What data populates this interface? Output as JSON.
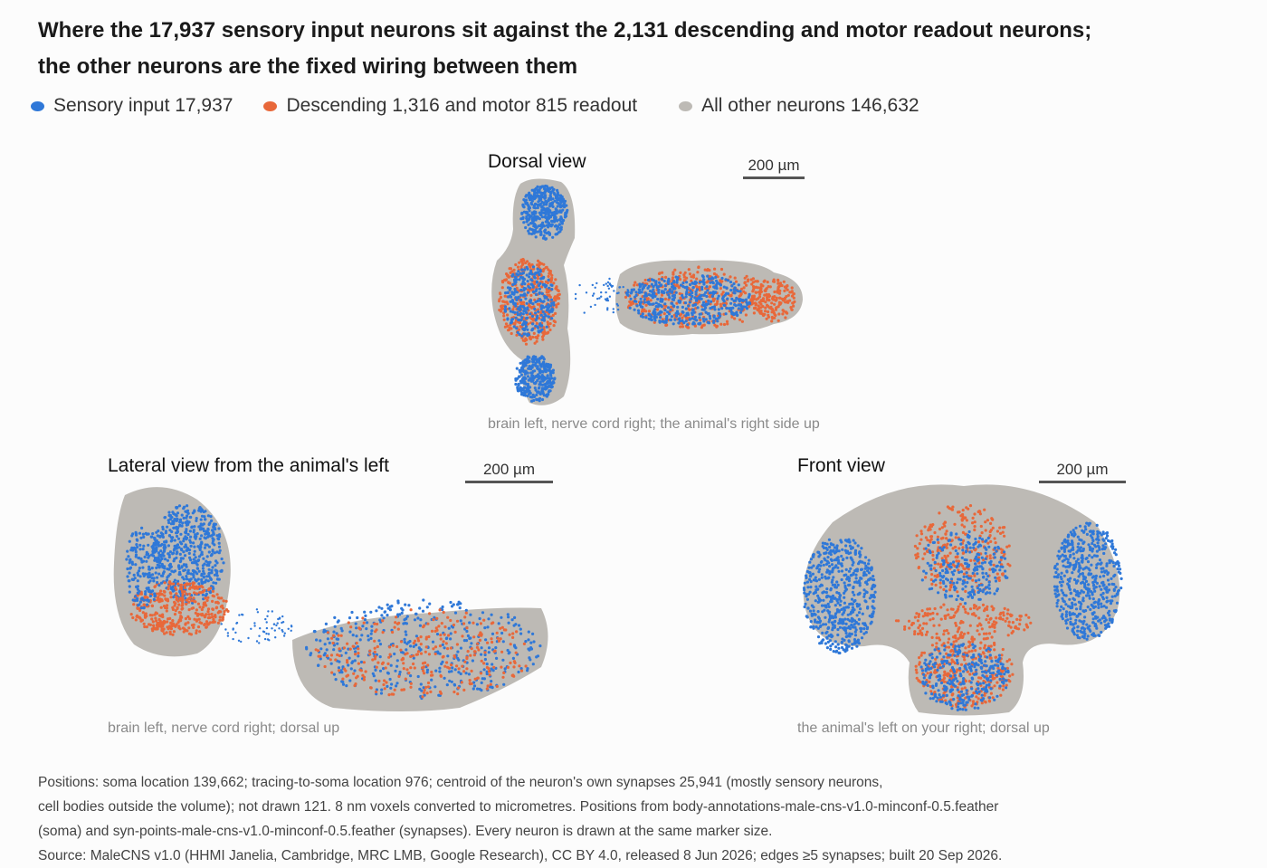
{
  "chart_data": {
    "type": "scatter",
    "title_line1": "Where the 17,937 sensory input neurons sit against the 2,131 descending and motor readout neurons;",
    "title_line2": "the other neurons are the fixed wiring between them",
    "legend": [
      {
        "label": "Sensory input 17,937",
        "color": "#2f78d8"
      },
      {
        "label": "Descending 1,316 and motor 815 readout",
        "color": "#e8683a"
      },
      {
        "label": "All other neurons 146,632",
        "color": "#bdbab5"
      }
    ],
    "colors": {
      "sensory": "#2f78d8",
      "readout": "#e8683a",
      "other": "#bdbab5"
    },
    "views": {
      "dorsal": {
        "label": "Dorsal view",
        "scale_label": "200 µm",
        "caption": "brain left, nerve cord right; the animal's right side up"
      },
      "lateral": {
        "label": "Lateral view from the animal's left",
        "scale_label": "200 µm",
        "caption": "brain left, nerve cord right; dorsal up"
      },
      "front": {
        "label": "Front view",
        "scale_label": "200 µm",
        "caption": "the animal's left on your right; dorsal up"
      }
    },
    "notes": [
      "Positions: soma location 139,662; tracing-to-soma location 976; centroid of the neuron's own synapses 25,941 (mostly sensory neurons,",
      "cell bodies outside the volume); not drawn 121. 8 nm voxels converted to micrometres. Positions from body-annotations-male-cns-v1.0-minconf-0.5.feather",
      "(soma) and syn-points-male-cns-v1.0-minconf-0.5.feather (synapses). Every neuron is drawn at the same marker size.",
      "Source: MaleCNS v1.0 (HHMI Janelia, Cambridge, MRC LMB, Google Research), CC BY 4.0, released 8 Jun 2026; edges ≥5 synapses; built 20 Sep 2026."
    ]
  }
}
